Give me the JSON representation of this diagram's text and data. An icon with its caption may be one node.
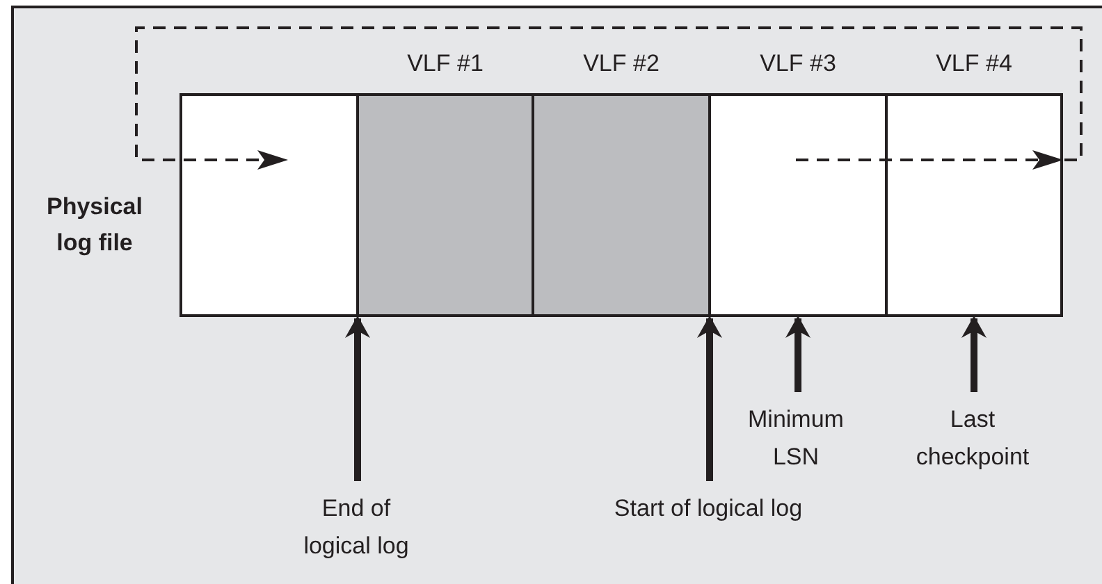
{
  "diagram": {
    "nodes": [
      {
        "text": [],
        "shape": "box"
      },
      {
        "text": [
          "VLF #1"
        ]
      },
      {
        "text": [
          "VLF #2"
        ]
      },
      {
        "text": [
          "VLF #3"
        ]
      },
      {
        "text": [
          "VLF #4"
        ]
      },
      {
        "text": [
          "End of logical log"
        ]
      },
      {
        "text": [
          "Start of logical log"
        ]
      },
      {
        "text": [
          "Minimum LSN"
        ]
      },
      {
        "text": [
          "Last checkpoint"
        ]
      }
    ],
    "edges": [
      {
        "from": 5,
        "to": 1,
        "arrow": "to"
      },
      {
        "from": 6,
        "to": 2,
        "arrow": "to"
      },
      {
        "from": 7,
        "to": 3,
        "arrow": "to"
      },
      {
        "from": 8,
        "to": 4,
        "arrow": "to"
      },
      {
        "from": 3,
        "to": 4,
        "arrow": "to",
        "style": "dashed"
      },
      {
        "from": 4,
        "to": 0,
        "arrow": "to",
        "style": "dashed"
      }
    ],
    "labels": [
      "Physical log file"
    ]
  }
}
